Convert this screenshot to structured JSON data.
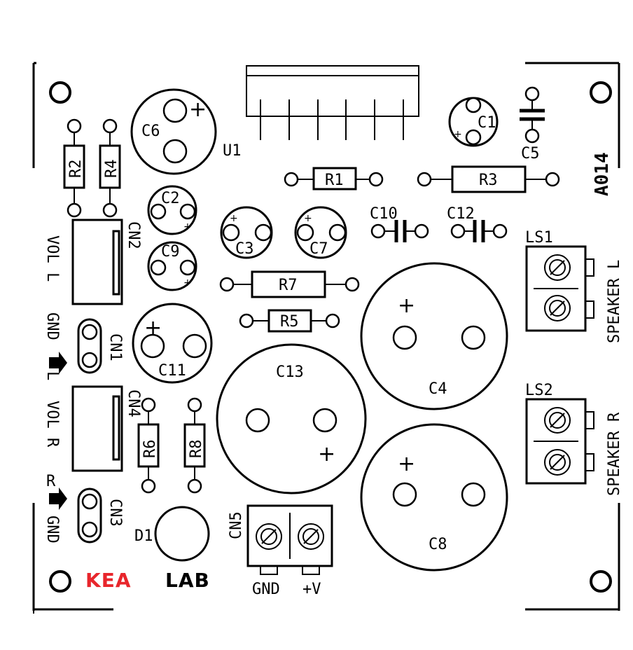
{
  "board_id": "A014",
  "brand": {
    "part1": "KEA",
    "part2": "LAB",
    "color1": "#e8262c",
    "color2": "#000000"
  },
  "components": {
    "U1": "U1",
    "R1": "R1",
    "R2": "R2",
    "R3": "R3",
    "R4": "R4",
    "R5": "R5",
    "R6": "R6",
    "R7": "R7",
    "R8": "R8",
    "C1": "C1",
    "C2": "C2",
    "C3": "C3",
    "C4": "C4",
    "C5": "C5",
    "C6": "C6",
    "C7": "C7",
    "C8": "C8",
    "C9": "C9",
    "C10": "C10",
    "C11": "C11",
    "C12": "C12",
    "C13": "C13",
    "CN1": "CN1",
    "CN2": "CN2",
    "CN3": "CN3",
    "CN4": "CN4",
    "CN5": "CN5",
    "LS1": "LS1",
    "LS2": "LS2",
    "D1": "D1"
  },
  "labels": {
    "vol_l": "VOL L",
    "gnd_top": "GND",
    "l_arrow": "L",
    "vol_r": "VOL R",
    "r_arrow": "R",
    "gnd_bottom": "GND",
    "speaker_l": "SPEAKER L",
    "speaker_r": "SPEAKER R",
    "cn5_gnd": "GND",
    "cn5_v": "+V",
    "plus": "+"
  }
}
